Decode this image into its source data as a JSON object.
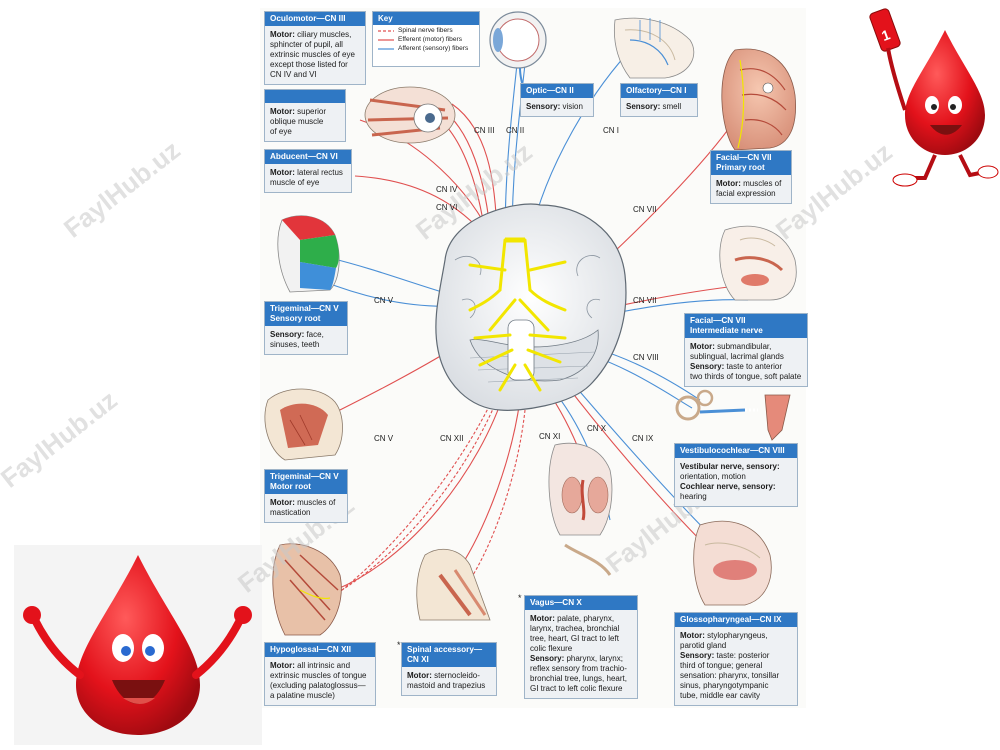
{
  "key": {
    "title": "Key",
    "items": [
      {
        "label": "Spinal nerve fibers",
        "style": "dashed",
        "color": "#e05050"
      },
      {
        "label": "Efferent (motor) fibers",
        "style": "solid",
        "color": "#e05050"
      },
      {
        "label": "Afferent (sensory) fibers",
        "style": "solid",
        "color": "#4a8fd6"
      }
    ]
  },
  "boxes": {
    "oculomotor": {
      "title": "Oculomotor—CN III",
      "lines": [
        {
          "b": "Motor:",
          "t": " ciliary muscles,"
        },
        {
          "b": "",
          "t": "sphincter of pupil, all"
        },
        {
          "b": "",
          "t": "extrinsic muscles of eye"
        },
        {
          "b": "",
          "t": "except those listed for"
        },
        {
          "b": "",
          "t": "CN IV and VI"
        }
      ]
    },
    "trochlear": {
      "title": "",
      "lines": [
        {
          "b": "Motor:",
          "t": " superior"
        },
        {
          "b": "",
          "t": "oblique muscle"
        },
        {
          "b": "",
          "t": "of eye"
        }
      ]
    },
    "abducent": {
      "title": "Abducent—CN VI",
      "lines": [
        {
          "b": "Motor:",
          "t": " lateral rectus"
        },
        {
          "b": "",
          "t": "muscle of eye"
        }
      ]
    },
    "optic": {
      "title": "Optic—CN II",
      "lines": [
        {
          "b": "Sensory:",
          "t": " vision"
        }
      ]
    },
    "olfactory": {
      "title": "Olfactory—CN I",
      "lines": [
        {
          "b": "Sensory:",
          "t": " smell"
        }
      ]
    },
    "facial_primary": {
      "title": "Facial—CN VII\nPrimary root",
      "lines": [
        {
          "b": "Motor:",
          "t": " muscles of"
        },
        {
          "b": "",
          "t": "facial expression"
        }
      ]
    },
    "trigeminal_sensory": {
      "title": "Trigeminal—CN V\nSensory root",
      "lines": [
        {
          "b": "Sensory:",
          "t": " face,"
        },
        {
          "b": "",
          "t": "sinuses, teeth"
        }
      ]
    },
    "facial_intermediate": {
      "title": "Facial—CN VII\nIntermediate nerve",
      "lines": [
        {
          "b": "Motor:",
          "t": " submandibular,"
        },
        {
          "b": "",
          "t": "sublingual, lacrimal glands"
        },
        {
          "b": "Sensory:",
          "t": " taste to anterior"
        },
        {
          "b": "",
          "t": "two thirds of tongue, soft palate"
        }
      ]
    },
    "trigeminal_motor": {
      "title": "Trigeminal—CN V\nMotor root",
      "lines": [
        {
          "b": "Motor:",
          "t": " muscles of"
        },
        {
          "b": "",
          "t": "mastication"
        }
      ]
    },
    "vestibulocochlear": {
      "title": "Vestibulocochlear—CN VIII",
      "lines": [
        {
          "b": "Vestibular nerve, sensory:",
          "t": ""
        },
        {
          "b": "",
          "t": "orientation, motion"
        },
        {
          "b": "Cochlear nerve, sensory:",
          "t": ""
        },
        {
          "b": "",
          "t": "hearing"
        }
      ]
    },
    "hypoglossal": {
      "title": "Hypoglossal—CN XII",
      "lines": [
        {
          "b": "Motor:",
          "t": " all intrinsic and"
        },
        {
          "b": "",
          "t": "extrinsic muscles of tongue"
        },
        {
          "b": "",
          "t": "(excluding palatoglossus—"
        },
        {
          "b": "",
          "t": "a palatine muscle)"
        }
      ]
    },
    "accessory": {
      "title": "Spinal accessory—\nCN XI",
      "lines": [
        {
          "b": "Motor:",
          "t": " sternocleido-"
        },
        {
          "b": "",
          "t": "mastoid and trapezius"
        }
      ]
    },
    "vagus": {
      "title": "Vagus—CN X",
      "lines": [
        {
          "b": "Motor:",
          "t": " palate, pharynx,"
        },
        {
          "b": "",
          "t": "larynx, trachea, bronchial"
        },
        {
          "b": "",
          "t": "tree, heart, GI tract to left"
        },
        {
          "b": "",
          "t": "colic flexure"
        },
        {
          "b": "Sensory:",
          "t": " pharynx, larynx;"
        },
        {
          "b": "",
          "t": "reflex sensory from trachio-"
        },
        {
          "b": "",
          "t": "bronchial tree, lungs, heart,"
        },
        {
          "b": "",
          "t": "GI tract to left colic flexure"
        }
      ]
    },
    "glossopharyngeal": {
      "title": "Glossopharyngeal—CN IX",
      "lines": [
        {
          "b": "Motor:",
          "t": " stylopharyngeus,"
        },
        {
          "b": "",
          "t": "parotid gland"
        },
        {
          "b": "Sensory:",
          "t": " taste: posterior"
        },
        {
          "b": "",
          "t": "third of tongue; general"
        },
        {
          "b": "",
          "t": "sensation: pharynx, tonsillar"
        },
        {
          "b": "",
          "t": "sinus, pharyngotympanic"
        },
        {
          "b": "",
          "t": "tube, middle ear cavity"
        }
      ]
    }
  },
  "nerve_labels": {
    "cn3": "CN III",
    "cn2": "CN II",
    "cn1": "CN I",
    "cn4": "CN IV",
    "cn6": "CN VI",
    "cn7_top": "CN VII",
    "cn5_top": "CN V",
    "cn7_mid": "CN VII",
    "cn8": "CN VIII",
    "cn5_bottom": "CN V",
    "cn12": "CN XII",
    "cn11": "CN XI",
    "cn10": "CN X",
    "cn9": "CN IX"
  },
  "markers": {
    "accessory_star": "*",
    "vagus_star": "*"
  },
  "watermark": "FaylHub.uz",
  "colors": {
    "header": "#2f78c4",
    "motor": "#e05050",
    "sensory": "#4a8fd6",
    "nerve": "#f2e600",
    "drop": "#e3121b"
  },
  "icons": [
    "eye-illustration",
    "nasal-cavity-illustration",
    "eye-muscles-illustration",
    "face-muscles-illustration",
    "face-dermatome-illustration",
    "mouth-section-illustration",
    "skull-muscles-illustration",
    "inner-ear-illustration",
    "neck-muscles-illustration",
    "thoracic-organs-illustration",
    "pharynx-illustration",
    "tongue-section-illustration",
    "brain-base-illustration",
    "mascot-drop-cheering",
    "mascot-drop-waving"
  ]
}
